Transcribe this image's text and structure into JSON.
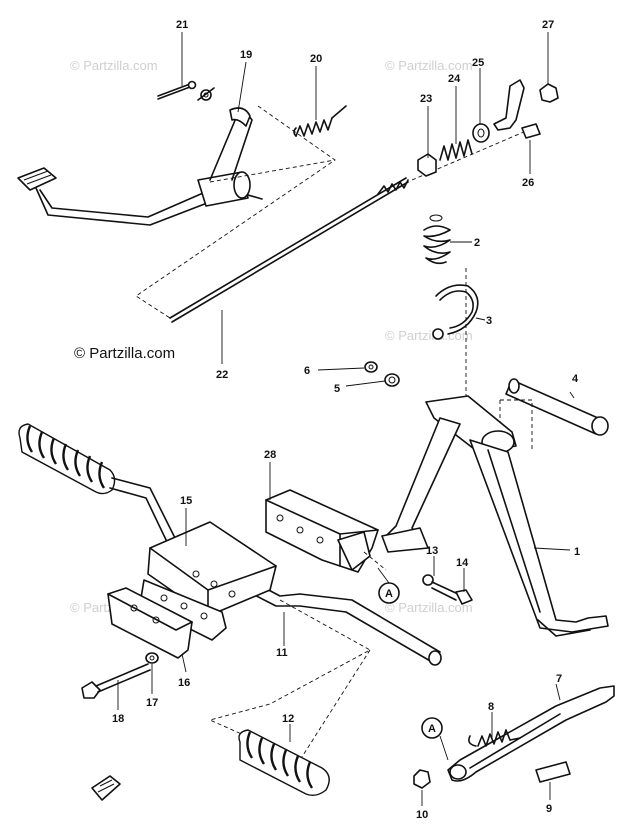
{
  "watermark": {
    "brand_text": "© Partzilla.com",
    "faint_text": "© Partzilla.com"
  },
  "callouts": {
    "c1": "1",
    "c2": "2",
    "c3": "3",
    "c4": "4",
    "c5": "5",
    "c6": "6",
    "c7": "7",
    "c8": "8",
    "c9": "9",
    "c10": "10",
    "c11": "11",
    "c12": "12",
    "c13": "13",
    "c14": "14",
    "c15": "15",
    "c16": "16",
    "c17": "17",
    "c18": "18",
    "c19": "19",
    "c20": "20",
    "c21": "21",
    "c22": "22",
    "c23": "23",
    "c24": "24",
    "c25": "25",
    "c26": "26",
    "c27": "27",
    "c28": "28"
  },
  "reference_marks": {
    "a_upper": "A",
    "a_lower": "A"
  }
}
